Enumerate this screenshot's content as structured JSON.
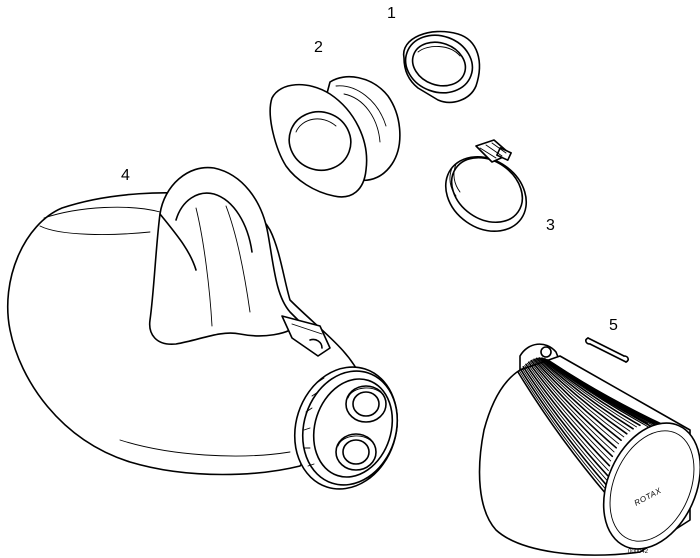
{
  "callouts": {
    "sleeve": "1",
    "adapter": "2",
    "clamp": "3",
    "silencer": "4",
    "tie": "5"
  },
  "filter": {
    "brand": "ROTAX",
    "code": "000042"
  }
}
